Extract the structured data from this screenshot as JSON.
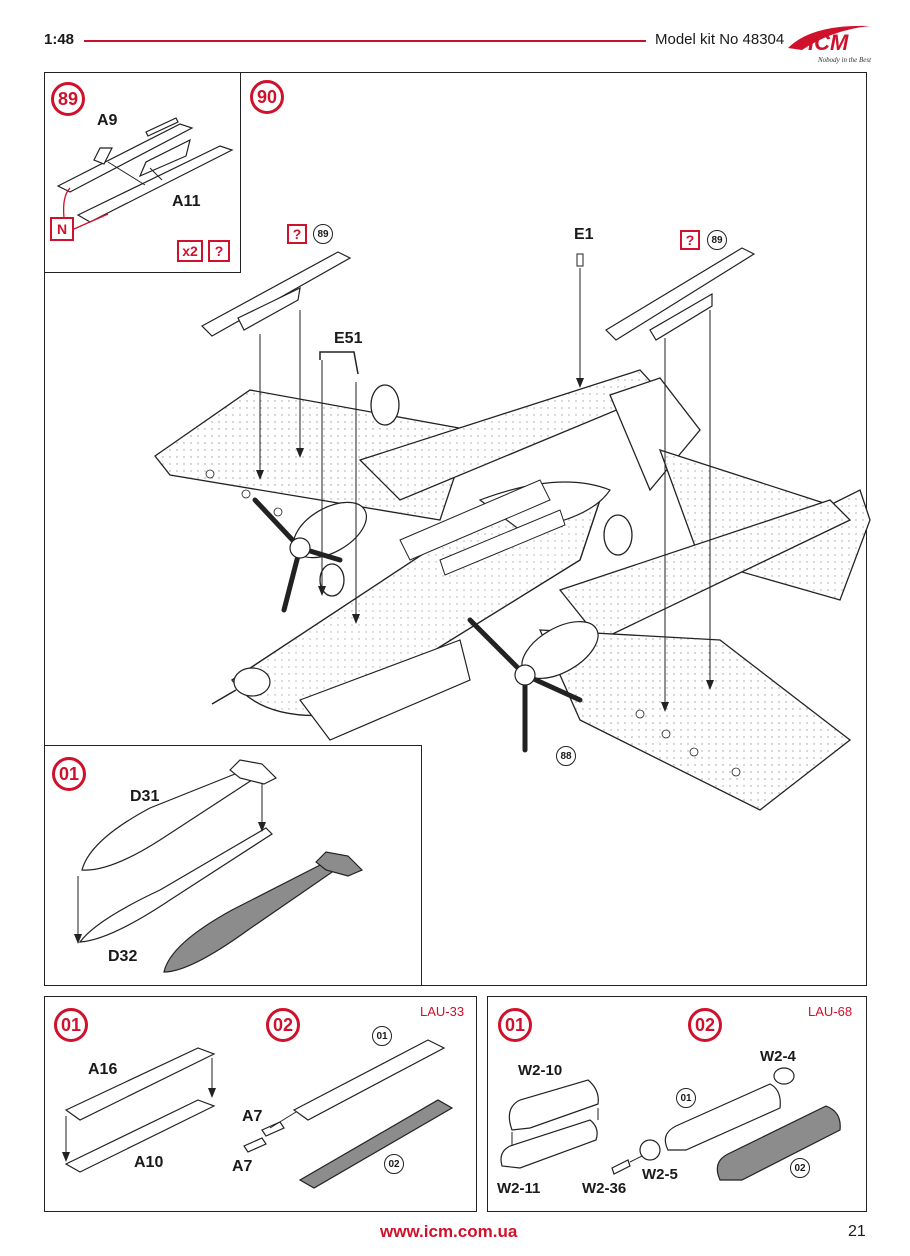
{
  "header": {
    "scale": "1:48",
    "kit_label": "Model kit No 48304",
    "logo_text": "ICM",
    "logo_tagline": "Nobody in the Best"
  },
  "steps": {
    "s89": {
      "number": "89",
      "parts": [
        "A9",
        "A11"
      ],
      "flag": "N",
      "qty": "x2",
      "option": "?"
    },
    "s90": {
      "number": "90",
      "parts": [
        "E1",
        "E51"
      ],
      "refs": [
        "89",
        "89",
        "88"
      ],
      "option": "?"
    },
    "bomb": {
      "number": "01",
      "parts": [
        "D31",
        "D32"
      ]
    },
    "lau33": {
      "title": "LAU-33",
      "numbers": [
        "01",
        "02"
      ],
      "parts": [
        "A16",
        "A10",
        "A7",
        "A7"
      ],
      "refs": [
        "01",
        "02"
      ]
    },
    "lau68": {
      "title": "LAU-68",
      "numbers": [
        "01",
        "02"
      ],
      "parts": [
        "W2-10",
        "W2-11",
        "W2-36",
        "W2-4",
        "W2-5"
      ],
      "refs": [
        "01",
        "02"
      ]
    }
  },
  "footer": {
    "url": "www.icm.com.ua",
    "page": "21"
  },
  "colors": {
    "accent": "#d0112b",
    "line": "#222222",
    "bomb_shaded": "#8c8c8c"
  }
}
